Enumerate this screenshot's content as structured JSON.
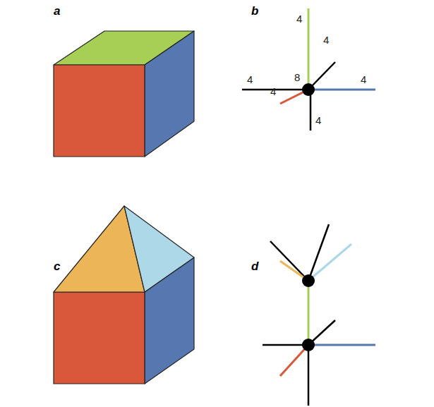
{
  "diagram": {
    "labels": [
      "a",
      "b",
      "4",
      "4",
      "4",
      "8",
      "4",
      "4",
      "4",
      "c",
      "d"
    ]
  }
}
